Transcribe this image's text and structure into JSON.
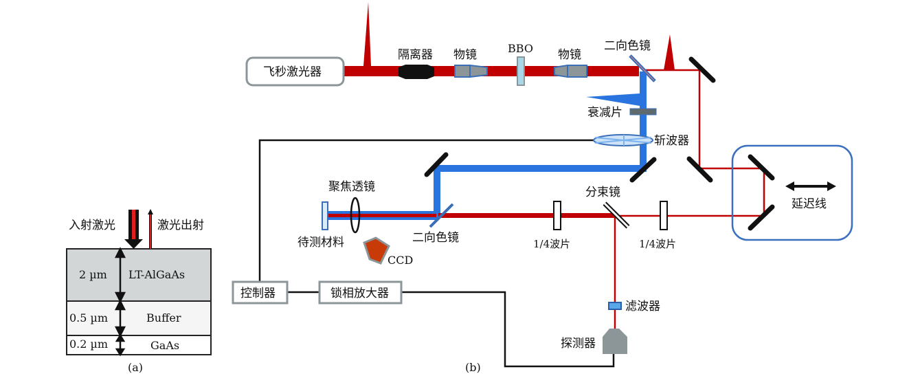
{
  "colors": {
    "red_beam": "#c00000",
    "blue_beam": "#2a74e0",
    "mirror": "#111111",
    "box_border": "#8c9698",
    "delay_box_border": "#3a70bf",
    "objective_fill": "#8c9698",
    "objective_border": "#3a6fb8",
    "bbo_fill": "#a9d7e8",
    "attenuator_fill": "#5f6a6e",
    "ccd_fill": "#c83a08",
    "detector_fill": "#8c9698",
    "filter_fill": "#5aa6e6",
    "layer_ltalgaas": "#d2d6d6",
    "layer_buffer": "#f5f5f5",
    "layer_gaas": "#ffffff"
  },
  "panel_a": {
    "caption": "(a)",
    "incident_label": "入射激光",
    "exit_label": "激光出射",
    "layers": [
      {
        "thickness": "2 µm",
        "name": "LT-AlGaAs"
      },
      {
        "thickness": "0.5 µm",
        "name": "Buffer"
      },
      {
        "thickness": "0.2 µm",
        "name": "GaAs"
      }
    ]
  },
  "panel_b": {
    "caption": "(b)",
    "components": {
      "laser": "飞秒激光器",
      "isolator": "隔离器",
      "objective1": "物镜",
      "bbo": "BBO",
      "objective2": "物镜",
      "dichroic_top": "二向色镜",
      "attenuator": "衰减片",
      "chopper": "斩波器",
      "focus_lens": "聚焦透镜",
      "sample": "待测材料",
      "dichroic_bottom": "二向色镜",
      "ccd": "CCD",
      "beam_splitter": "分束镜",
      "qwp_left": "1/4波片",
      "qwp_right": "1/4波片",
      "delay_line": "延迟线",
      "filter": "滤波器",
      "detector": "探测器",
      "controller": "控制器",
      "lockin": "锁相放大器"
    }
  }
}
